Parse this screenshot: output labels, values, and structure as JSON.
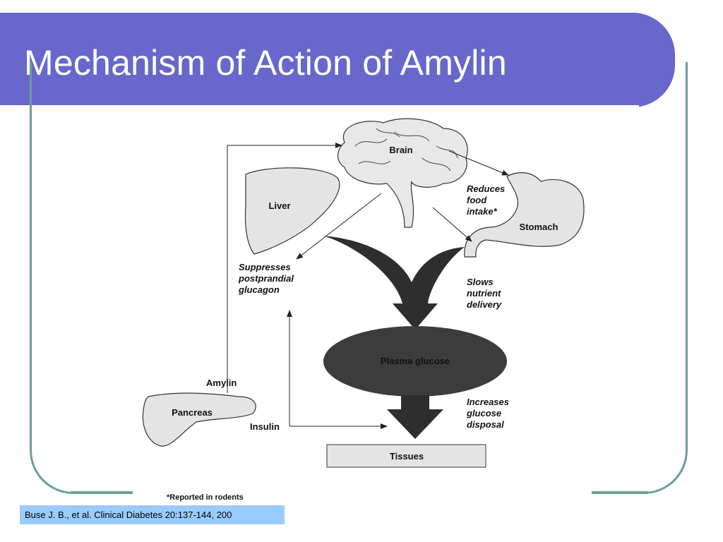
{
  "slide": {
    "title": "Mechanism of Action of Amylin",
    "citation": "Buse J. B., et al. Clinical Diabetes 20:137-144, 200"
  },
  "diagram": {
    "nodes": {
      "brain": "Brain",
      "liver": "Liver",
      "stomach": "Stomach",
      "pancreas": "Pancreas",
      "plasma_glucose": "Plasma glucose",
      "tissues": "Tissues"
    },
    "hormones": {
      "amylin": "Amylin",
      "insulin": "Insulin"
    },
    "effects": {
      "liver": [
        "Suppresses",
        "postprandial",
        "glucagon"
      ],
      "stomach_food": [
        "Reduces",
        "food",
        "intake*"
      ],
      "stomach_delivery": [
        "Slows",
        "nutrient",
        "delivery"
      ],
      "tissues": [
        "Increases",
        "glucose",
        "disposal"
      ]
    },
    "footnote": "*Reported in rodents"
  },
  "colors": {
    "title_bar": "#6767cc",
    "frame": "#6a9e9b",
    "citation_bg": "#98ccff",
    "organ_fill": "#e4e4e4",
    "glucose_fill": "#3c3c3c"
  }
}
